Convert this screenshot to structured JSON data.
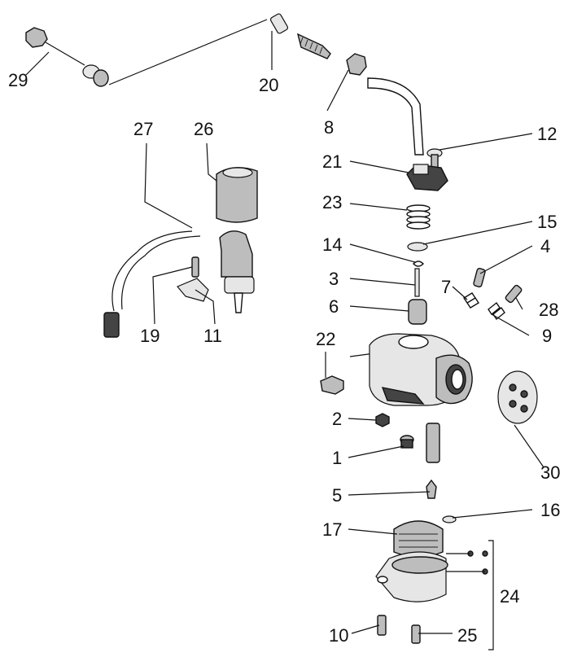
{
  "diagram": {
    "callouts": {
      "c1": "1",
      "c2": "2",
      "c3": "3",
      "c4": "4",
      "c5": "5",
      "c6": "6",
      "c7": "7",
      "c8": "8",
      "c9": "9",
      "c10": "10",
      "c11": "11",
      "c12": "12",
      "c14": "14",
      "c15": "15",
      "c16": "16",
      "c17": "17",
      "c19": "19",
      "c20": "20",
      "c21": "21",
      "c22": "22",
      "c23": "23",
      "c24": "24",
      "c25": "25",
      "c26": "26",
      "c27": "27",
      "c28": "28",
      "c29": "29",
      "c30": "30"
    }
  },
  "colors": {
    "ink": "#111111",
    "background": "#ffffff",
    "shade": "#bdbdbd"
  }
}
